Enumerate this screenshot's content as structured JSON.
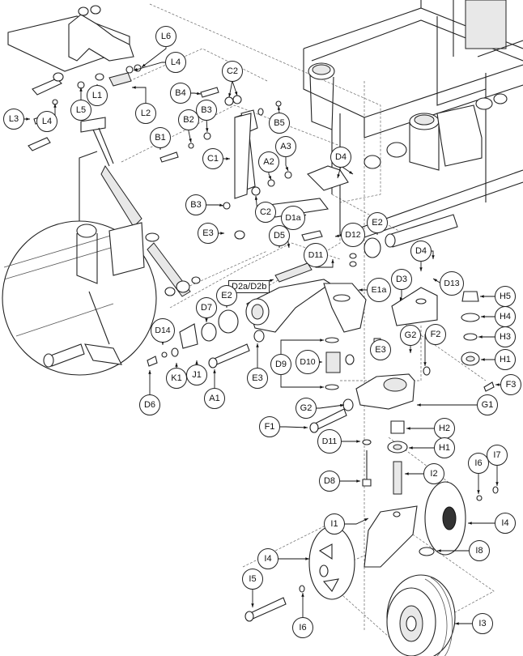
{
  "diagram": {
    "type": "exploded-parts-diagram",
    "subject": "front caster / suspension assembly",
    "detail_inset": "magnified suspension detail view"
  },
  "callouts": [
    {
      "id": "L6",
      "target": "nut"
    },
    {
      "id": "L4",
      "target": "washer"
    },
    {
      "id": "L1",
      "target": "spring eye"
    },
    {
      "id": "L5",
      "target": "spacer"
    },
    {
      "id": "L2",
      "target": "extension spring"
    },
    {
      "id": "L3",
      "target": "bolt"
    },
    {
      "id": "L4",
      "target": "washer"
    },
    {
      "id": "C2",
      "target": "bushing"
    },
    {
      "id": "B4",
      "target": "pin"
    },
    {
      "id": "B3",
      "target": "washer"
    },
    {
      "id": "B2",
      "target": "washer"
    },
    {
      "id": "B5",
      "target": "nut"
    },
    {
      "id": "B1",
      "target": "bolt"
    },
    {
      "id": "C1",
      "target": "link arm"
    },
    {
      "id": "A3",
      "target": "nut"
    },
    {
      "id": "A2",
      "target": "washer"
    },
    {
      "id": "B3",
      "target": "washer"
    },
    {
      "id": "C2",
      "target": "bushing"
    },
    {
      "id": "D4",
      "target": "screw"
    },
    {
      "id": "D1a",
      "target": "cover plate"
    },
    {
      "id": "E3",
      "target": "bushing"
    },
    {
      "id": "D5",
      "target": "screw"
    },
    {
      "id": "D12",
      "target": "nut"
    },
    {
      "id": "E2",
      "target": "bearing"
    },
    {
      "id": "D11",
      "target": "washer"
    },
    {
      "id": "D2a/D2b",
      "target": "stud"
    },
    {
      "id": "E1a",
      "target": "caster arm"
    },
    {
      "id": "D4",
      "target": "screw"
    },
    {
      "id": "D13",
      "target": "washer"
    },
    {
      "id": "D3",
      "target": "caster cover"
    },
    {
      "id": "H5",
      "target": "nut"
    },
    {
      "id": "H4",
      "target": "washer"
    },
    {
      "id": "H3",
      "target": "washer"
    },
    {
      "id": "H1",
      "target": "bearing"
    },
    {
      "id": "F3",
      "target": "screw"
    },
    {
      "id": "E2",
      "target": "bearing"
    },
    {
      "id": "D7",
      "target": "washer"
    },
    {
      "id": "D14",
      "target": "washer"
    },
    {
      "id": "K1",
      "target": "nut"
    },
    {
      "id": "J1",
      "target": "bracket"
    },
    {
      "id": "D6",
      "target": "bolt"
    },
    {
      "id": "A1",
      "target": "pivot bolt"
    },
    {
      "id": "E3",
      "target": "bushing"
    },
    {
      "id": "D9",
      "target": "washer"
    },
    {
      "id": "D10",
      "target": "spring"
    },
    {
      "id": "E3",
      "target": "bushing"
    },
    {
      "id": "G2",
      "target": "bushing"
    },
    {
      "id": "F2",
      "target": "washer"
    },
    {
      "id": "G1",
      "target": "caster housing"
    },
    {
      "id": "G2",
      "target": "bushing"
    },
    {
      "id": "F1",
      "target": "bolt"
    },
    {
      "id": "H2",
      "target": "spacer"
    },
    {
      "id": "D11",
      "target": "washer"
    },
    {
      "id": "H1",
      "target": "bearing"
    },
    {
      "id": "D8",
      "target": "bolt"
    },
    {
      "id": "I2",
      "target": "caster stem"
    },
    {
      "id": "I6",
      "target": "washer"
    },
    {
      "id": "I7",
      "target": "nut"
    },
    {
      "id": "I4",
      "target": "hub cap"
    },
    {
      "id": "I1",
      "target": "caster fork"
    },
    {
      "id": "I8",
      "target": "nut"
    },
    {
      "id": "I4",
      "target": "hub cap"
    },
    {
      "id": "I5",
      "target": "axle bolt"
    },
    {
      "id": "I6",
      "target": "washer"
    },
    {
      "id": "I3",
      "target": "caster wheel"
    }
  ]
}
